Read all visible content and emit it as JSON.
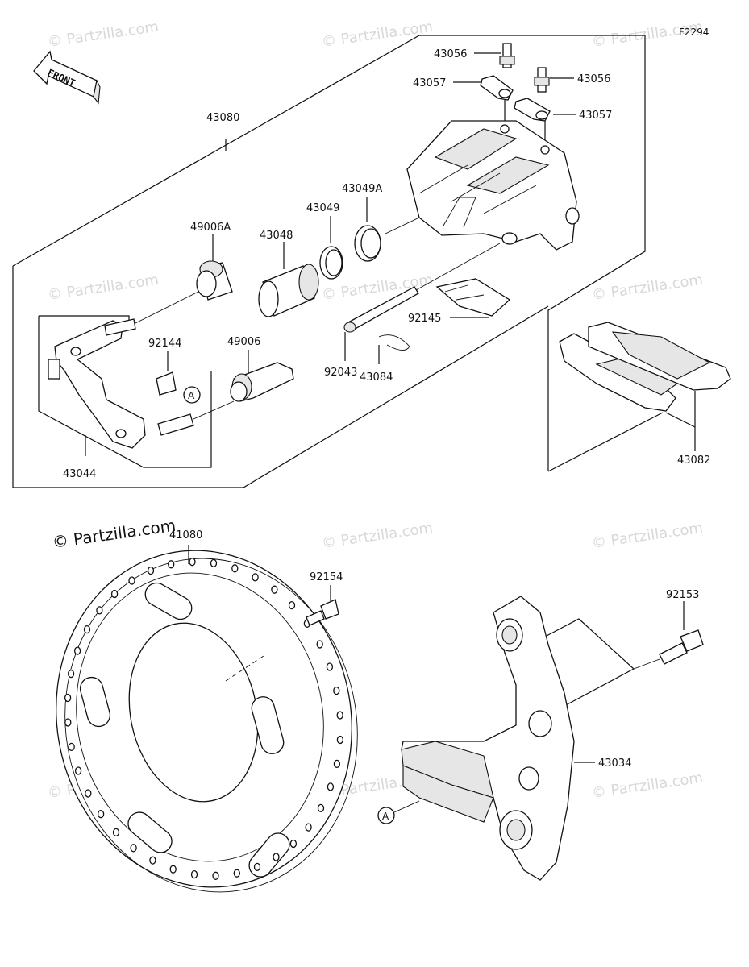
{
  "diagram_code": "F2294",
  "front_arrow_label": "FRONT",
  "copyright": "© Partzilla.com",
  "watermark_text": "© Partzilla.com",
  "reference_marker": "A",
  "parts": {
    "p43080": "43080",
    "p43056_a": "43056",
    "p43056_b": "43056",
    "p43057_a": "43057",
    "p43057_b": "43057",
    "p43049a": "43049A",
    "p43049": "43049",
    "p43048": "43048",
    "p49006a": "49006A",
    "p92144": "92144",
    "p49006": "49006",
    "p92145": "92145",
    "p92043": "92043",
    "p43084": "43084",
    "p43044": "43044",
    "p43082": "43082",
    "p41080": "41080",
    "p92154": "92154",
    "p92153": "92153",
    "p43034": "43034"
  },
  "colors": {
    "line": "#111111",
    "watermark": "#d8d8d8",
    "background": "#ffffff"
  }
}
